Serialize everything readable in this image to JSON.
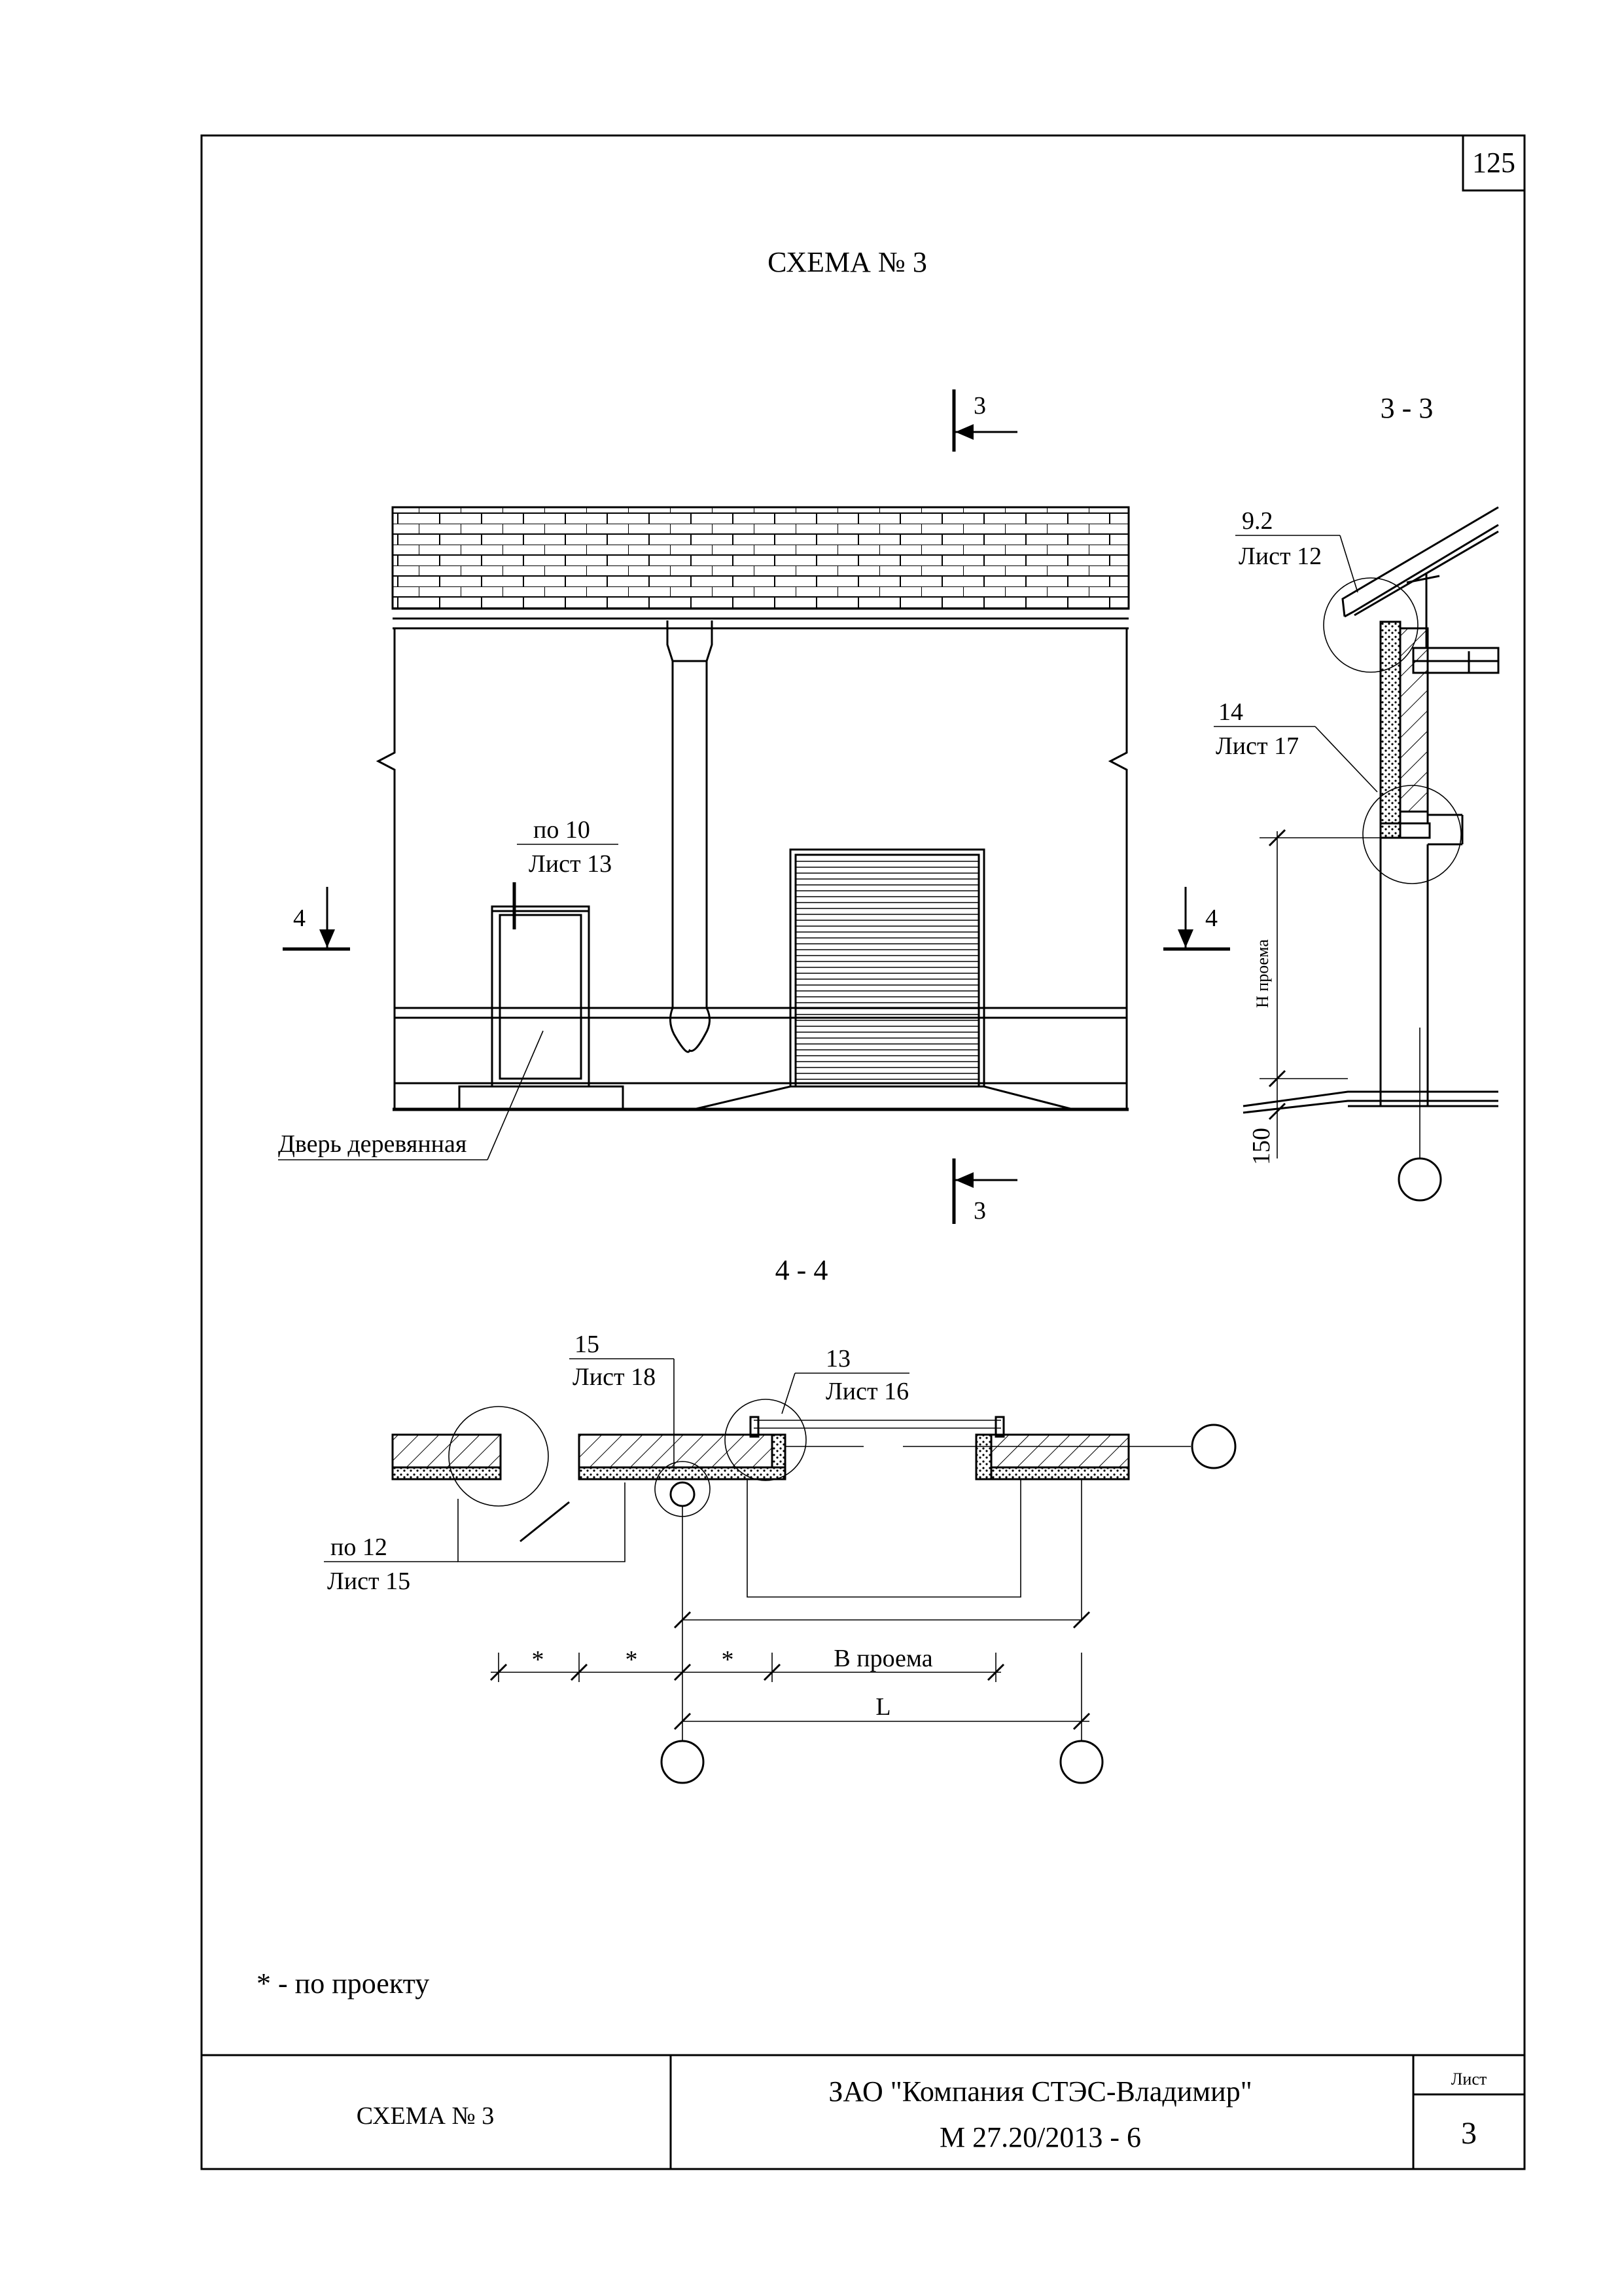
{
  "sheet": {
    "page_number": "125",
    "title": "СХЕМА № 3",
    "footnote": "* - по проекту"
  },
  "elevation": {
    "section_3_top": "3",
    "section_3_bottom": "3",
    "section_4_left": "4",
    "section_4_right": "4",
    "door_ref_num": "по 10",
    "door_ref_sheet": "Лист 13",
    "door_label": "Дверь деревянная"
  },
  "section_3_3": {
    "title": "3 - 3",
    "ref_top_num": "9.2",
    "ref_top_sheet": "Лист 12",
    "ref_mid_num": "14",
    "ref_mid_sheet": "Лист 17",
    "dim_opening": "Н проема",
    "dim_150": "150"
  },
  "section_4_4": {
    "title": "4 - 4",
    "ref_a_num": "15",
    "ref_a_sheet": "Лист 18",
    "ref_b_num": "13",
    "ref_b_sheet": "Лист 16",
    "ref_c_num": "по 12",
    "ref_c_sheet": "Лист 15",
    "dim_star_1": "*",
    "dim_star_2": "*",
    "dim_star_3": "*",
    "dim_opening": "В проема",
    "dim_L": "L"
  },
  "title_block": {
    "left": "СХЕМА № 3",
    "company": "ЗАО \"Компания СТЭС-Владимир\"",
    "doc_code": "М 27.20/2013 - 6",
    "sheet_label": "Лист",
    "sheet_number": "3"
  }
}
